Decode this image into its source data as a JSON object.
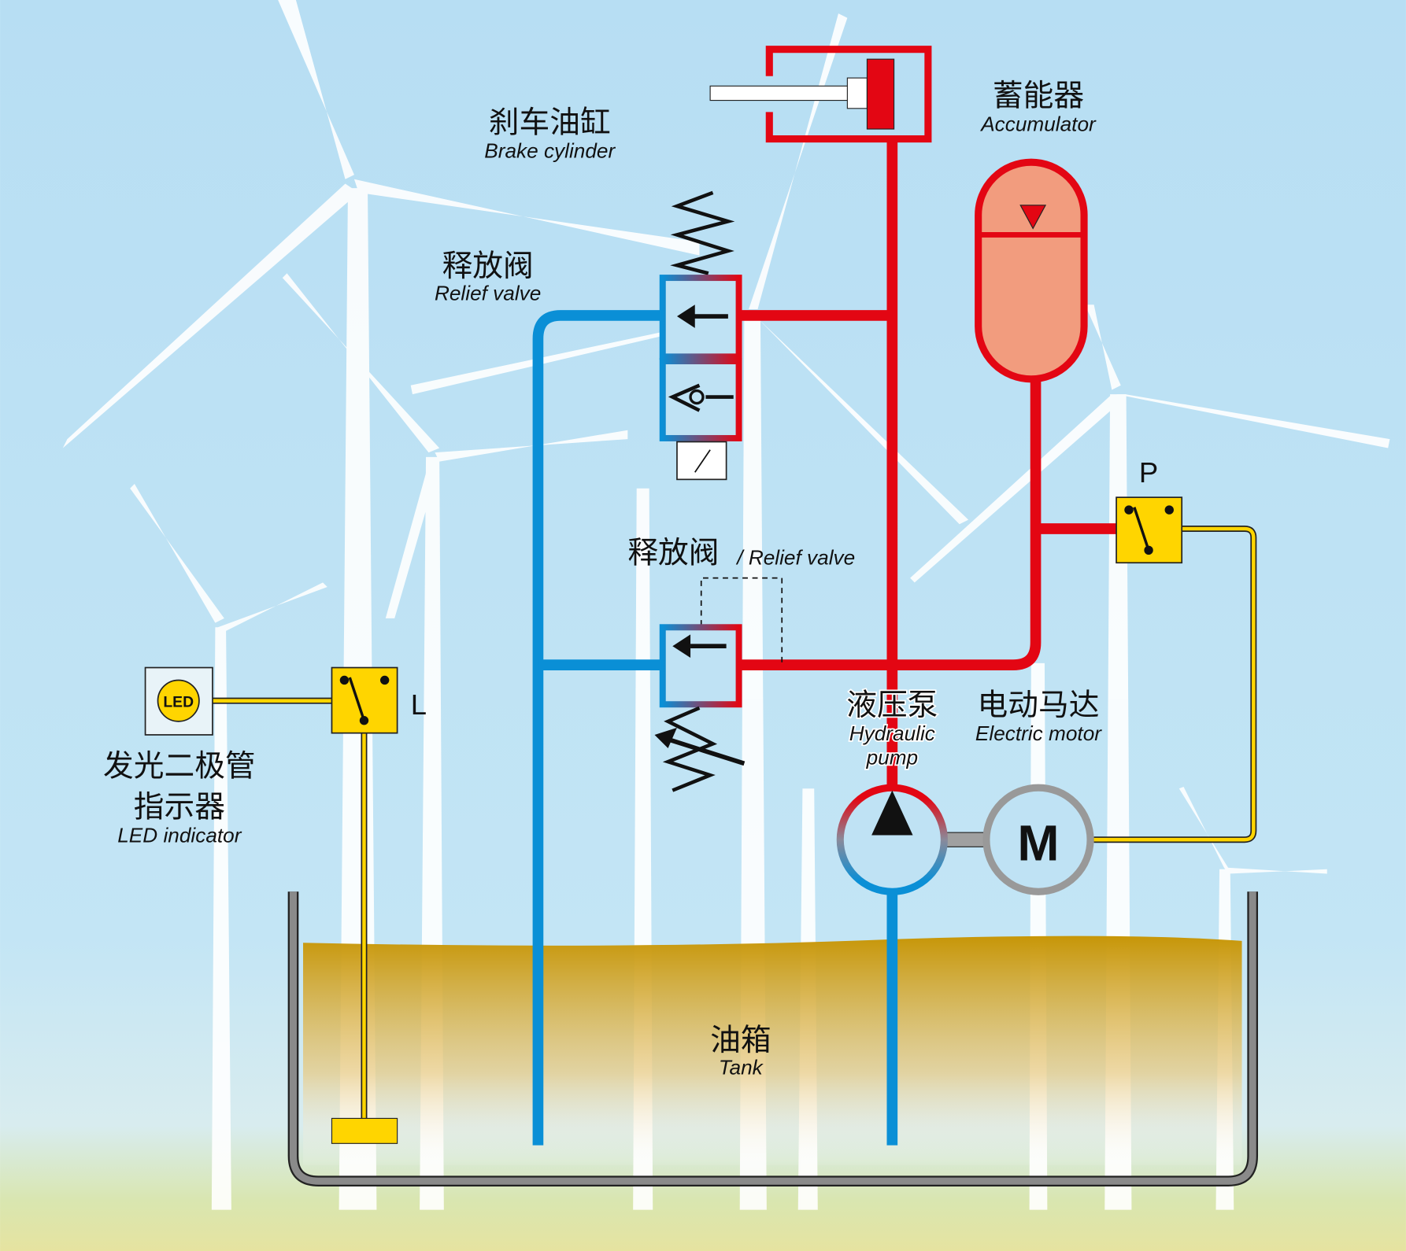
{
  "labels": {
    "brake_cylinder_zh": "刹车油缸",
    "brake_cylinder_en": "Brake cylinder",
    "accumulator_zh": "蓄能器",
    "accumulator_en": "Accumulator",
    "relief_valve_1_zh": "释放阀",
    "relief_valve_1_en": "Relief valve",
    "relief_valve_2_zh": "释放阀",
    "relief_valve_2_en": "/ Relief valve",
    "pressure_switch": "P",
    "level_switch": "L",
    "led_badge": "LED",
    "led_zh_line1": "发光二极管",
    "led_zh_line2": "指示器",
    "led_en": "LED indicator",
    "pump_zh": "液压泵",
    "pump_en_line1": "Hydraulic",
    "pump_en_line2": "pump",
    "motor_zh": "电动马达",
    "motor_en": "Electric motor",
    "motor_symbol": "M",
    "tank_zh": "油箱",
    "tank_en": "Tank"
  },
  "colors": {
    "pressure_line": "#e30613",
    "return_line": "#0a8fd6",
    "signal_line": "#ffd500",
    "accumulator_fill": "#f29c7e",
    "tank_wall": "#8a8a8a",
    "oil": "#c9980a",
    "sky": "#bfe2f4"
  }
}
